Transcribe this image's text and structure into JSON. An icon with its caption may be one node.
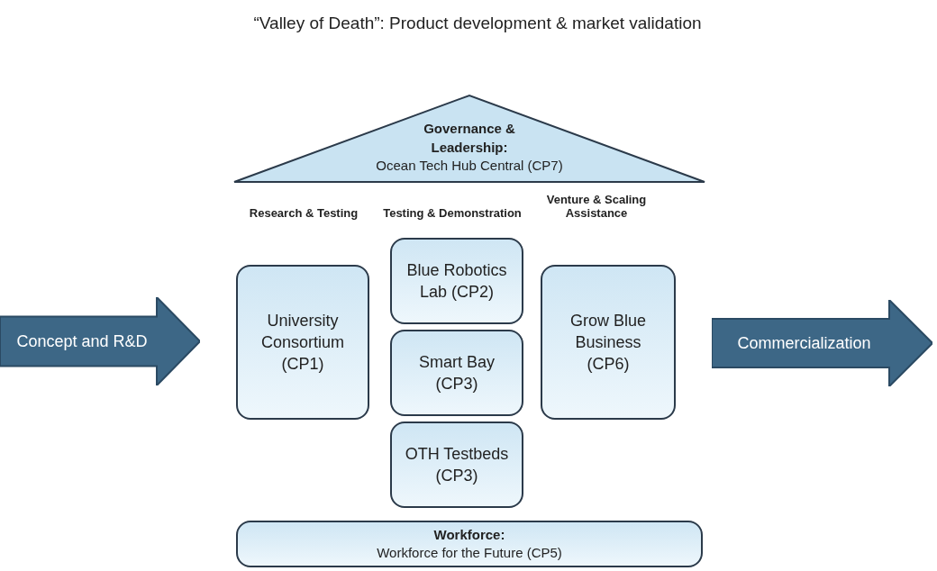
{
  "diagram": {
    "title": "“Valley of Death”: Product development & market validation",
    "nodes": [
      {
        "text": [
          "Concept and R&D"
        ]
      },
      {
        "text": [
          "Governance & Leadership:",
          "Ocean Tech Hub Central (CP7)"
        ]
      },
      {
        "text": [
          "University Consortium (CP1)"
        ]
      },
      {
        "text": [
          "Blue Robotics Lab (CP2)"
        ]
      },
      {
        "text": [
          "Smart Bay (CP3)"
        ]
      },
      {
        "text": [
          "OTH Testbeds (CP3)"
        ]
      },
      {
        "text": [
          "Grow Blue Business (CP6)"
        ]
      },
      {
        "text": [
          "Workforce:",
          "Workforce for the Future (CP5)"
        ]
      },
      {
        "text": [
          "Commercialization"
        ]
      }
    ],
    "labels": [
      "Research & Testing",
      "Testing & Demonstration",
      "Venture & Scaling Assistance"
    ]
  }
}
